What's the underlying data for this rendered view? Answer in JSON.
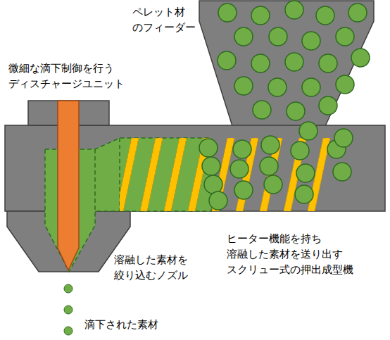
{
  "diagram": {
    "labels": [
      "ペレット材 のフィーダー",
      "微細な滴下制御を行う ディスチャージユニット",
      "溶融した素材を 絞り込むノズル",
      "ヒーター機能を持ち 溶融した素材を送り出す スクリュー式の押出成型機",
      "滴下された素材"
    ]
  }
}
